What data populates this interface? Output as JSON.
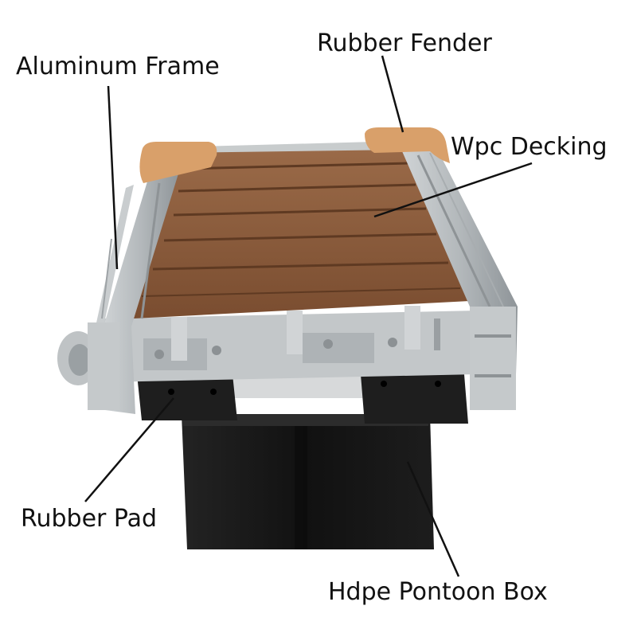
{
  "labels": {
    "aluminum_frame": "Aluminum Frame",
    "rubber_fender": "Rubber Fender",
    "wpc_decking": "Wpc Decking",
    "rubber_pad": "Rubber Pad",
    "hdpe_pontoon_box": "Hdpe Pontoon Box"
  },
  "colors": {
    "background": "#ffffff",
    "text": "#111111",
    "leader_line": "#111111",
    "aluminum": "#b9bdbf",
    "aluminum_shade": "#8e9396",
    "fender": "#d9a06a",
    "decking": "#8a5a3b",
    "decking_seam": "#5f3a22",
    "rubber_pad": "#1e1e1e",
    "pontoon": "#161616"
  }
}
